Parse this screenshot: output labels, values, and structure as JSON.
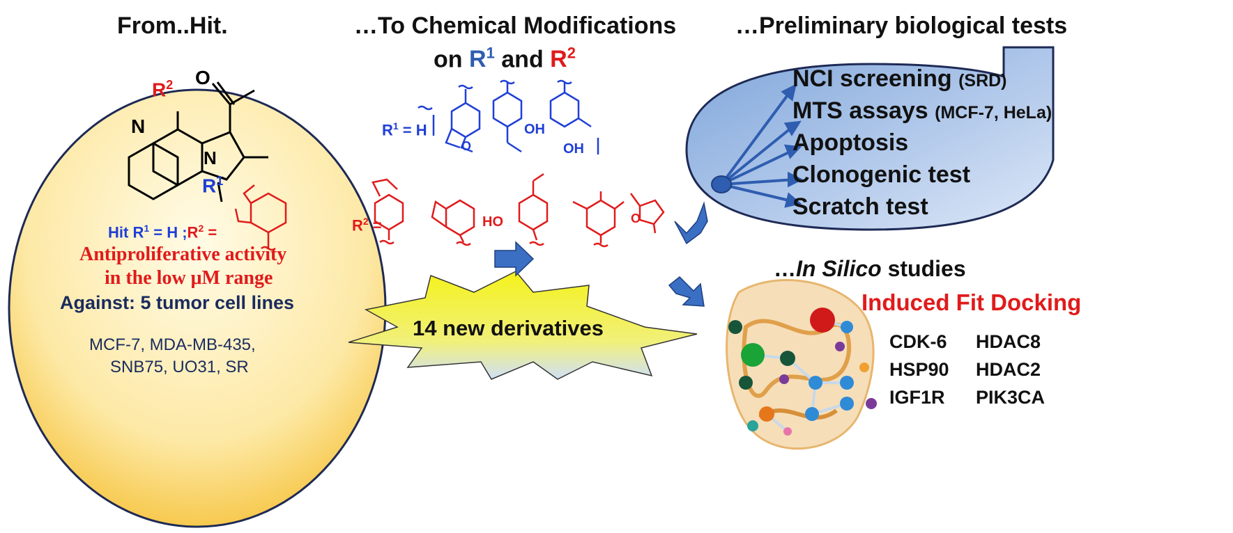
{
  "headers": {
    "from_hit": "From..Hit.",
    "to_mod_line1": "…To Chemical Modifications",
    "to_mod_on": "on",
    "to_mod_r1": "R",
    "to_mod_r1_sup": "1",
    "to_mod_and": "and",
    "to_mod_r2": "R",
    "to_mod_r2_sup": "2",
    "prelim": "…Preliminary  biological tests",
    "insilico_prefix": "…",
    "insilico_italic": "In Silico",
    "insilico_suffix": " studies"
  },
  "hit_panel": {
    "structure_labels": {
      "n_ring": "N",
      "n_pyrrole": "N",
      "o_carbonyl": "O",
      "r2": "R",
      "r2_sup": "2",
      "r1": "R",
      "r1_sup": "1"
    },
    "hit_line": {
      "hit": "Hit ",
      "r1": "R",
      "r1_sup": "1",
      "eq1": " = H ;",
      "r2": "R",
      "r2_sup": "2",
      "eq2": " ="
    },
    "activity_line1": "Antiproliferative activity",
    "activity_line2": "in the low μM range",
    "against": "Against:  5 tumor cell lines",
    "cell_lines_1": "MCF-7, MDA-MB-435,",
    "cell_lines_2": "SNB75, UO31, SR"
  },
  "modifications": {
    "r1_label": "R",
    "r1_sup": "1",
    "r1_eq": " = H",
    "r2_label": "R",
    "r2_sup": "2",
    "r2_eq": " =",
    "oh": "OH",
    "ho": "HO",
    "o": "O"
  },
  "burst_text": "14 new derivatives",
  "bio_tests": {
    "items": [
      {
        "label": "NCI screening",
        "note": "(SRD)"
      },
      {
        "label": "MTS assays",
        "note": "(MCF-7, HeLa)"
      },
      {
        "label": "Apoptosis",
        "note": ""
      },
      {
        "label": "Clonogenic test",
        "note": ""
      },
      {
        "label": "Scratch test",
        "note": ""
      }
    ]
  },
  "insilico": {
    "method": "Induced Fit Docking",
    "targets_col1": [
      "CDK-6",
      "HSP90",
      "IGF1R"
    ],
    "targets_col2": [
      "HDAC8",
      "HDAC2",
      "PIK3CA"
    ]
  },
  "colors": {
    "r1_blue": "#1f3fd6",
    "r2_red": "#e01b1b",
    "navy_text": "#1a2b5e",
    "arrow_blue": "#3a6fc4",
    "panel_yellow": "#fde9a6",
    "bubble_blue": "#a9c3e6",
    "burst_yellow": "#f4f21a"
  }
}
